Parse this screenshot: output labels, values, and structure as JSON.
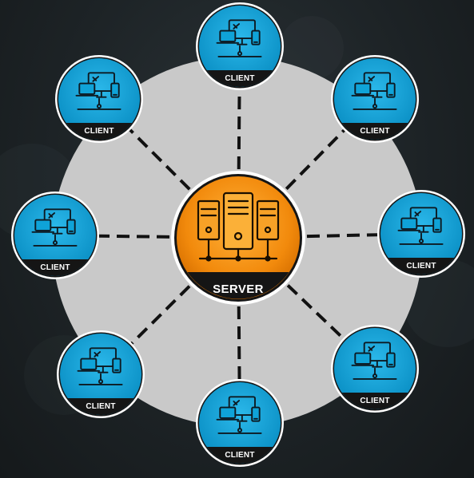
{
  "server": {
    "label": "SERVER",
    "icon": "server-rack-icon"
  },
  "clients": [
    {
      "id": "top",
      "label": "CLIENT",
      "icon": "devices-icon"
    },
    {
      "id": "top-right",
      "label": "CLIENT",
      "icon": "devices-icon"
    },
    {
      "id": "right",
      "label": "CLIENT",
      "icon": "devices-icon"
    },
    {
      "id": "bottom-right",
      "label": "CLIENT",
      "icon": "devices-icon"
    },
    {
      "id": "bottom",
      "label": "CLIENT",
      "icon": "devices-icon"
    },
    {
      "id": "bottom-left",
      "label": "CLIENT",
      "icon": "devices-icon"
    },
    {
      "id": "left",
      "label": "CLIENT",
      "icon": "devices-icon"
    },
    {
      "id": "top-left",
      "label": "CLIENT",
      "icon": "devices-icon"
    }
  ],
  "colors": {
    "hub_disc": "#c9c9c9",
    "client_fill": "#0fa3d8",
    "server_fill": "#f28a0c",
    "label_band": "#151515",
    "ring": "#ffffff",
    "connector": "#111111"
  }
}
